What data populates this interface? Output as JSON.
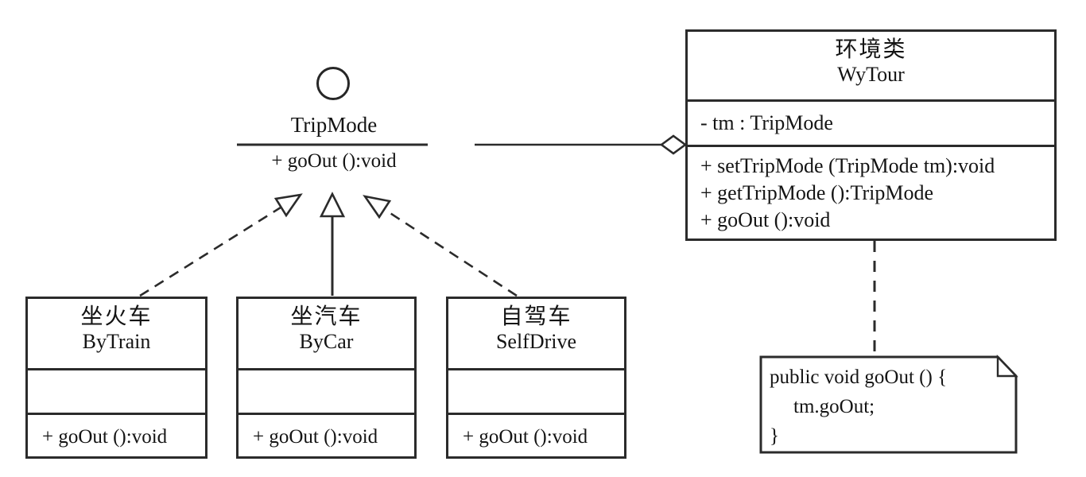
{
  "interface": {
    "icon": "lollipop-circle",
    "name": "TripMode",
    "operations": [
      "+ goOut ():void"
    ]
  },
  "context_class": {
    "name_cn": "环境类",
    "name_en": "WyTour",
    "attributes": [
      "- tm : TripMode"
    ],
    "operations": [
      "+ setTripMode (TripMode tm):void",
      "+ getTripMode ():TripMode",
      "+ goOut ():void"
    ]
  },
  "strategies": [
    {
      "name_cn": "坐火车",
      "name_en": "ByTrain",
      "operations": [
        "+ goOut ():void"
      ]
    },
    {
      "name_cn": "坐汽车",
      "name_en": "ByCar",
      "operations": [
        "+ goOut ():void"
      ]
    },
    {
      "name_cn": "自驾车",
      "name_en": "SelfDrive",
      "operations": [
        "+ goOut ():void"
      ]
    }
  ],
  "note": {
    "lines": [
      "public void goOut () {",
      "tm.goOut;",
      "}"
    ]
  },
  "connectors": {
    "interface_icon": "lollipop-circle",
    "aggregation_icon": "hollow-diamond",
    "realization_bytrain": "dashed-line-hollow-triangle",
    "generalization_bycar": "solid-line-hollow-triangle",
    "realization_selfdrive": "dashed-line-hollow-triangle",
    "note_anchor": "dashed-line"
  },
  "colors": {
    "line": "#2b2b2b",
    "background": "#ffffff",
    "text": "#141414"
  }
}
